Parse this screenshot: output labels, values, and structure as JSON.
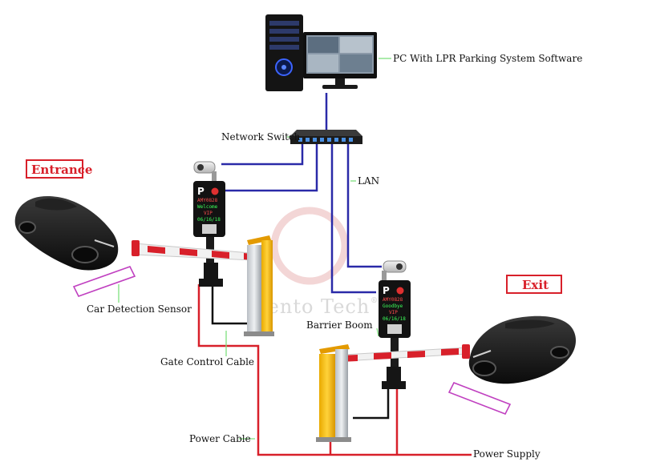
{
  "labels": {
    "pc": "PC With LPR Parking System Software",
    "switch": "Network Switch",
    "lan": "LAN",
    "entrance": "Entrance",
    "exit": "Exit",
    "sensor": "Car Detection Sensor",
    "gate_cable": "Gate Control Cable",
    "barrier": "Barrier Boom",
    "power_cable": "Power Cable",
    "power_supply": "Power Supply"
  },
  "watermark": {
    "text": "Zento Tech",
    "mark": "®"
  },
  "entrance_display": {
    "p": "P",
    "plate": "AMY0828",
    "msg": "Welcome",
    "type": "VIP",
    "date": "06/16/18"
  },
  "exit_display": {
    "p": "P",
    "plate": "AMY0828",
    "msg": "Goodbye",
    "type": "VIP",
    "date": "06/16/18"
  },
  "colors": {
    "network_line": "#2a2aa8",
    "power_line": "#d8202a",
    "control_line": "#111111",
    "pointer_line": "#7ee07e",
    "sensor_outline": "#c040c0",
    "zone_text": "#d8202a"
  }
}
